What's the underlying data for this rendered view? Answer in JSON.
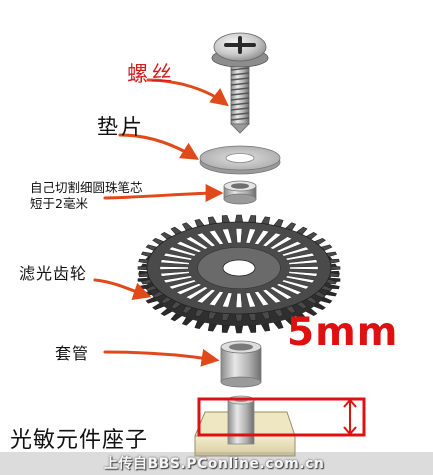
{
  "labels": {
    "screw": "螺丝",
    "washer": "垫片",
    "spacer_line1": "自己切割细圆珠笔芯",
    "spacer_line2": "短于2毫米",
    "filter_gear": "滤光齿轮",
    "sleeve": "套管",
    "sensor_socket": "光敏元件座子",
    "dimension": "5mm"
  },
  "watermark": "上传自BBS.PConline.com.cn",
  "colors": {
    "arrow": "#e04a1a",
    "label_red": "#d51f1f",
    "dimension_red": "#e01010",
    "gear": "#4a4a4a",
    "gear_highlight": "#6a6a6a",
    "metal": "#b5b5b5",
    "socket": "#e9dfba"
  },
  "icons": [
    "screw-icon",
    "washer-icon",
    "spacer-icon",
    "gear-icon",
    "sleeve-icon",
    "socket-icon"
  ]
}
